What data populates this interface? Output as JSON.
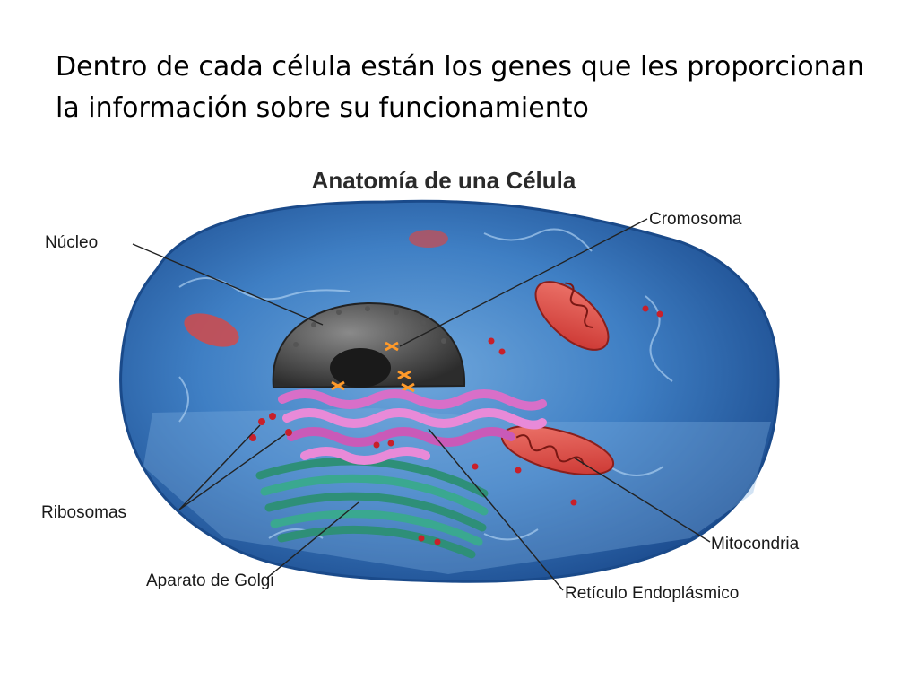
{
  "slide": {
    "text": "Dentro de cada célula están los genes que les proporcionan la información sobre su funcionamiento"
  },
  "diagram": {
    "title": "Anatomía de una Célula",
    "labels": {
      "nucleus": "Núcleo",
      "chromosome": "Cromosoma",
      "ribosomes": "Ribosomas",
      "mitochondria": "Mitocondria",
      "golgi": "Aparato de Golgi",
      "er": "Retículo Endoplásmico"
    }
  },
  "colors": {
    "cytoplasm": "#2f6fb8",
    "nucleus": "#4a4a4a",
    "er": "#d86fc8",
    "golgi": "#3aa890",
    "mitochondria": "#e0504a",
    "ribosome": "#c8202a"
  }
}
